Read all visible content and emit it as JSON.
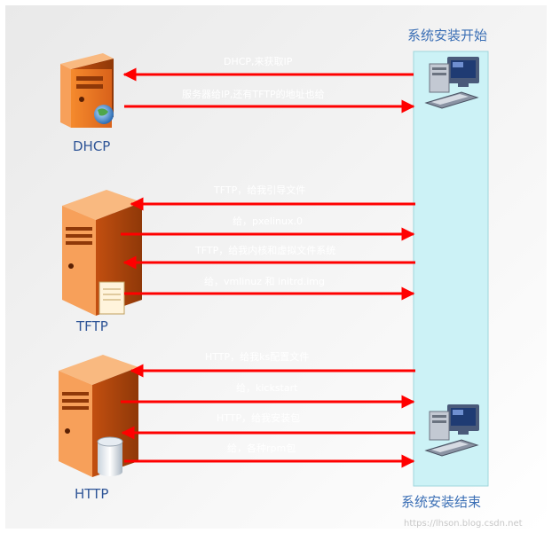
{
  "title_start": "系统安装开始",
  "title_end": "系统安装结束",
  "servers": [
    {
      "name": "DHCP"
    },
    {
      "name": "TFTP"
    },
    {
      "name": "HTTP"
    }
  ],
  "messages": [
    {
      "text": "DHCP,来获取IP",
      "direction": "to-server"
    },
    {
      "text": "服务器给IP,还有TFTP的地址也给",
      "direction": "to-client"
    },
    {
      "text": "TFTP，给我引导文件",
      "direction": "to-server"
    },
    {
      "text": "给，pxelinux.0",
      "direction": "to-client"
    },
    {
      "text": "TFTP，给我内核和虚拟文件系统",
      "direction": "to-server"
    },
    {
      "text": "给，vmlinuz 和 initrd.img",
      "direction": "to-client"
    },
    {
      "text": "HTTP，给我ks配置文件",
      "direction": "to-server"
    },
    {
      "text": "给，kickstart",
      "direction": "to-client"
    },
    {
      "text": "HTTP，给我安装包",
      "direction": "to-server"
    },
    {
      "text": "给，各种rpm包",
      "direction": "to-client"
    }
  ],
  "watermark": "https://lhson.blog.csdn.net",
  "colors": {
    "arrow": "#ff0000",
    "band": "#ccf2f6",
    "server_orange": "#e7731f",
    "label_blue": "#2f5597"
  }
}
